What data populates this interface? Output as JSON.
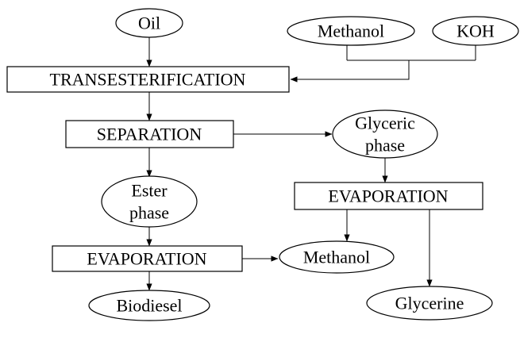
{
  "colors": {
    "stroke": "#000000",
    "background": "#ffffff"
  },
  "nodes": {
    "oil": {
      "shape": "ellipse",
      "lines": [
        "Oil"
      ]
    },
    "methanol_in": {
      "shape": "ellipse",
      "lines": [
        "Methanol"
      ]
    },
    "koh": {
      "shape": "ellipse",
      "lines": [
        "KOH"
      ]
    },
    "transesterification": {
      "shape": "box",
      "lines": [
        "TRANSESTERIFICATION"
      ]
    },
    "separation": {
      "shape": "box",
      "lines": [
        "SEPARATION"
      ]
    },
    "glyceric_phase": {
      "shape": "ellipse",
      "lines": [
        "Glyceric",
        "phase"
      ]
    },
    "ester_phase": {
      "shape": "ellipse",
      "lines": [
        "Ester",
        "phase"
      ]
    },
    "evaporation_right": {
      "shape": "box",
      "lines": [
        "EVAPORATION"
      ]
    },
    "evaporation_left": {
      "shape": "box",
      "lines": [
        "EVAPORATION"
      ]
    },
    "methanol_out": {
      "shape": "ellipse",
      "lines": [
        "Methanol"
      ]
    },
    "biodiesel": {
      "shape": "ellipse",
      "lines": [
        "Biodiesel"
      ]
    },
    "glycerine": {
      "shape": "ellipse",
      "lines": [
        "Glycerine"
      ]
    }
  }
}
